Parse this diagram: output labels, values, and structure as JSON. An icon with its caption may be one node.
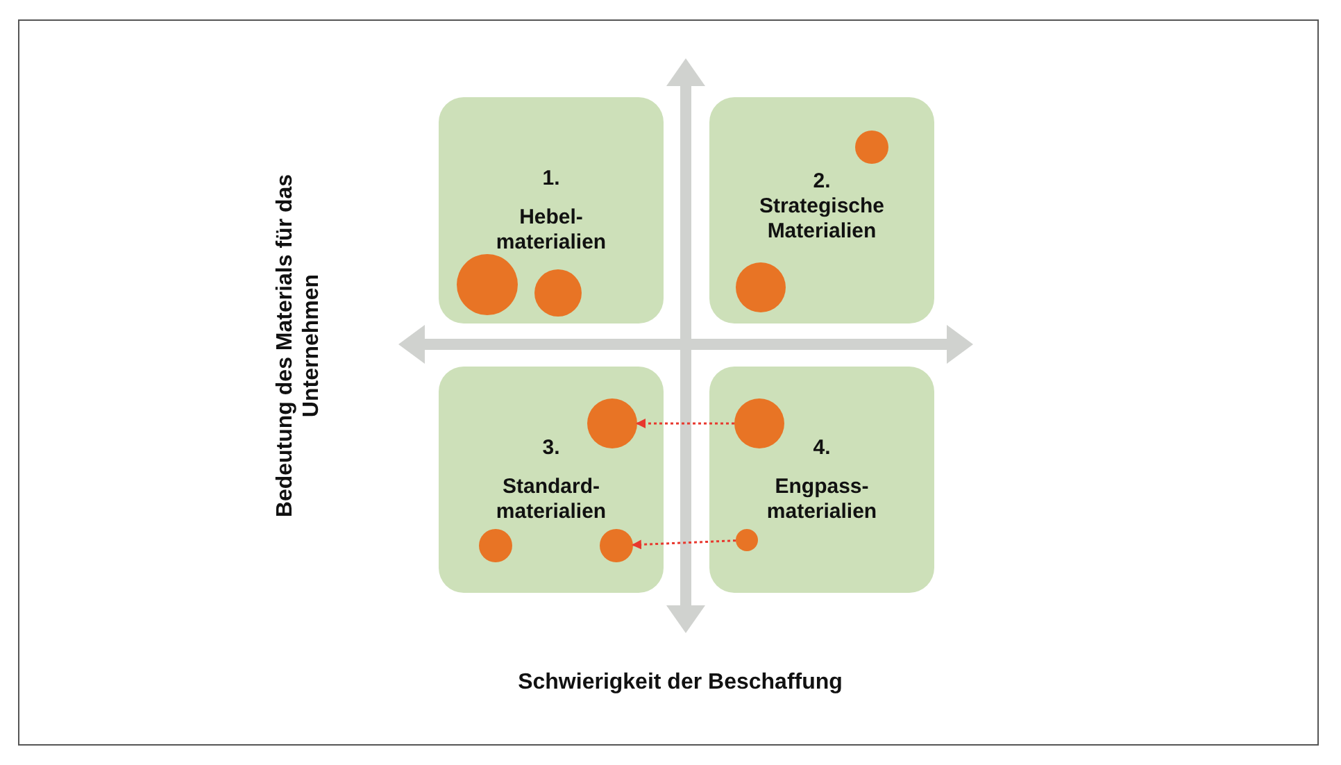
{
  "diagram": {
    "nodes": [
      {
        "text": [
          "1.",
          "Hebel- materialien"
        ]
      },
      {
        "text": [],
        "shape": "circle",
        "in": 0
      },
      {
        "text": [],
        "shape": "circle",
        "in": 0
      },
      {
        "text": [
          "2.",
          "Strategische Materialien"
        ]
      },
      {
        "text": [],
        "shape": "circle",
        "in": 3
      },
      {
        "text": [],
        "shape": "circle",
        "in": 3
      },
      {
        "text": [
          "3.",
          "Standard- materialien"
        ]
      },
      {
        "text": [],
        "shape": "circle",
        "in": 6
      },
      {
        "text": [],
        "shape": "circle",
        "in": 6
      },
      {
        "text": [],
        "shape": "circle",
        "in": 6
      },
      {
        "text": [
          "4.",
          "Engpass- materialien"
        ]
      },
      {
        "text": [],
        "shape": "circle",
        "in": 10
      },
      {
        "text": [],
        "shape": "circle",
        "in": 10
      }
    ],
    "edges": [
      {
        "from": 11,
        "to": 7,
        "arrow": "to",
        "style": "dashed",
        "color": "#e8382e"
      },
      {
        "from": 12,
        "to": 9,
        "arrow": "to",
        "style": "dashed",
        "color": "#e8382e"
      }
    ],
    "labels": [
      "Bedeutung des Materials für das Unternehmen",
      "Schwierigkeit der Beschaffung"
    ]
  }
}
